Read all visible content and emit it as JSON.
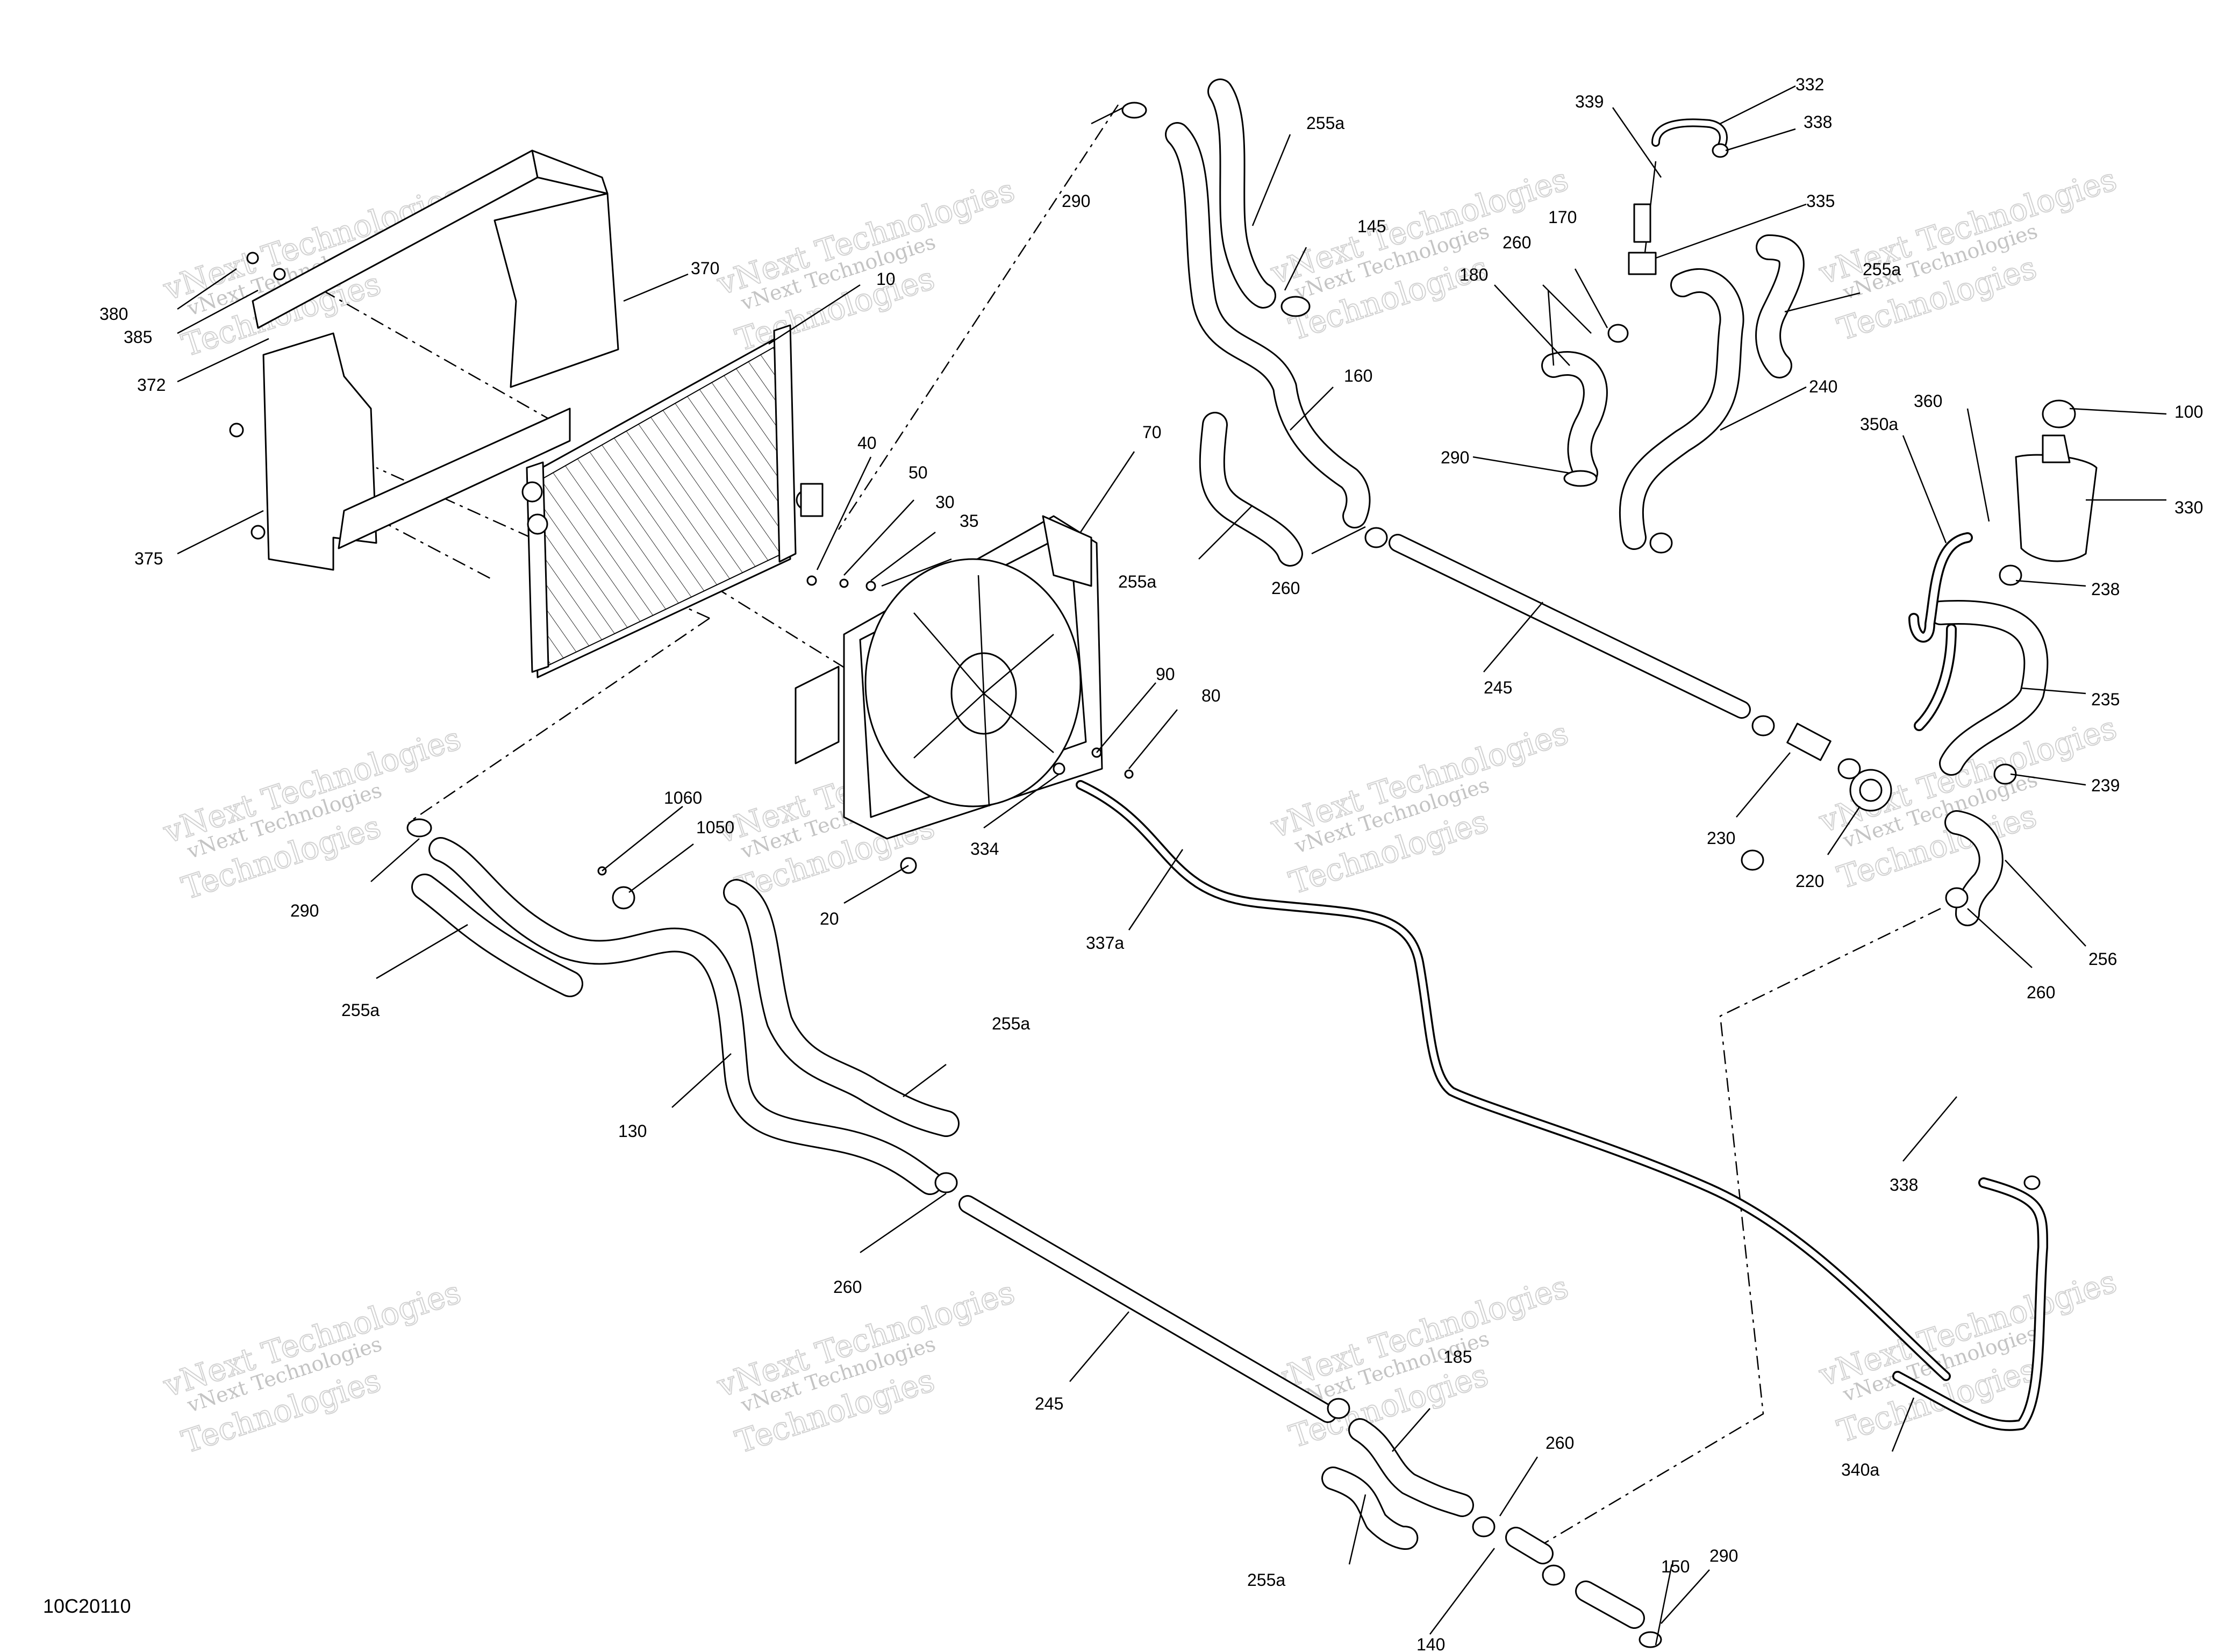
{
  "diagram_id": "10C20110",
  "watermark": {
    "line1": "vNext Technologies",
    "line2": "Technologies"
  },
  "callouts": {
    "c10": "10",
    "c20": "20",
    "c30": "30",
    "c35": "35",
    "c40": "40",
    "c50": "50",
    "c70": "70",
    "c80": "80",
    "c90": "90",
    "c100": "100",
    "c130": "130",
    "c140": "140",
    "c145": "145",
    "c150": "150",
    "c160": "160",
    "c170": "170",
    "c180": "180",
    "c185": "185",
    "c220": "220",
    "c230": "230",
    "c235": "235",
    "c238": "238",
    "c239": "239",
    "c240": "240",
    "c245a": "245",
    "c245b": "245",
    "c255a_1": "255a",
    "c255a_2": "255a",
    "c255a_3": "255a",
    "c255a_4": "255a",
    "c255a_5": "255a",
    "c255a_6": "255a",
    "c256": "256",
    "c260_1": "260",
    "c260_2": "260",
    "c260_3": "260",
    "c260_4": "260",
    "c260_5": "260",
    "c290_1": "290",
    "c290_2": "290",
    "c290_3": "290",
    "c290_4": "290",
    "c330": "330",
    "c332": "332",
    "c334": "334",
    "c335": "335",
    "c337a": "337a",
    "c338_1": "338",
    "c338_2": "338",
    "c339": "339",
    "c340a": "340a",
    "c350a": "350a",
    "c360": "360",
    "c370": "370",
    "c372": "372",
    "c375": "375",
    "c380": "380",
    "c385": "385",
    "c1050": "1050",
    "c1060": "1060"
  }
}
